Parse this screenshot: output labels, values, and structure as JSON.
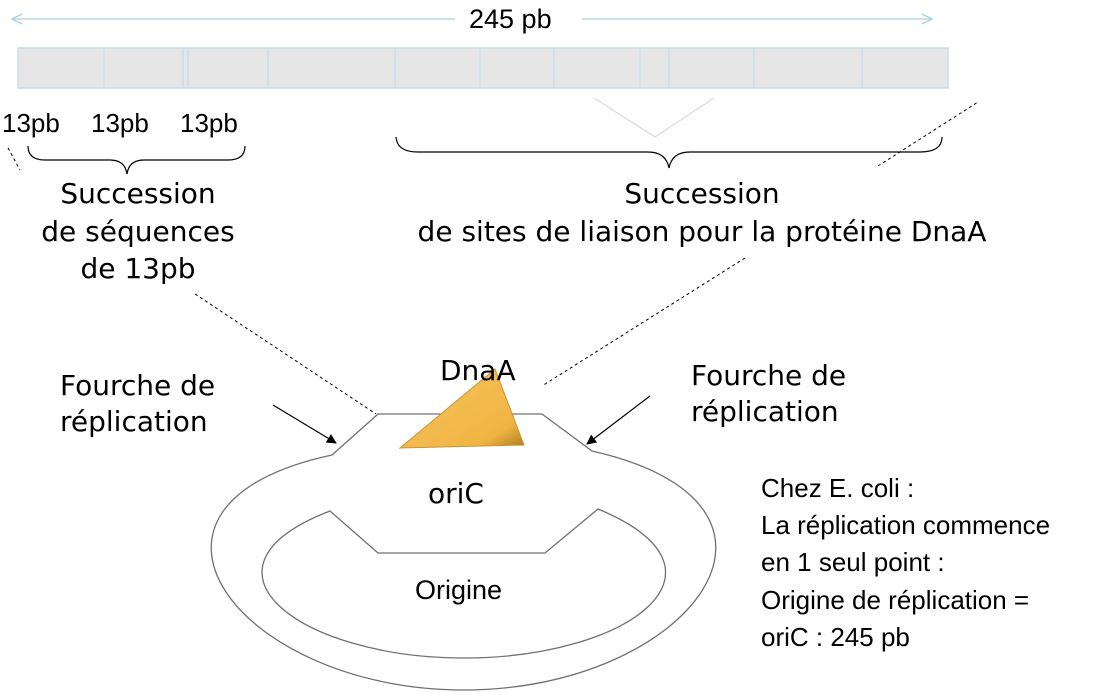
{
  "scale": {
    "label": "245 pb"
  },
  "repeats": {
    "labels": [
      "13pb",
      "13pb",
      "13pb"
    ]
  },
  "left_caption": {
    "lines": [
      "Succession",
      "de séquences",
      "de 13pb"
    ]
  },
  "right_caption": {
    "lines": [
      "Succession",
      "de sites de liaison pour la protéine DnaA"
    ]
  },
  "protein": {
    "label": "DnaA",
    "color": "#f2b84b"
  },
  "fork_left": {
    "lines": [
      "Fourche de",
      "réplication"
    ]
  },
  "fork_right": {
    "lines": [
      "Fourche de",
      "réplication"
    ]
  },
  "oric_label": "oriC",
  "origin_label": "Origine",
  "note": {
    "lines": [
      "Chez E. coli :",
      "La réplication commence",
      "en 1 seul point :",
      "Origine de réplication =",
      "oriC : 245 pb"
    ]
  },
  "colors": {
    "bar_fill": "#e6e6e6",
    "bar_border": "#c9dde8",
    "arrow": "#a9d0e2",
    "line": "#777777"
  }
}
